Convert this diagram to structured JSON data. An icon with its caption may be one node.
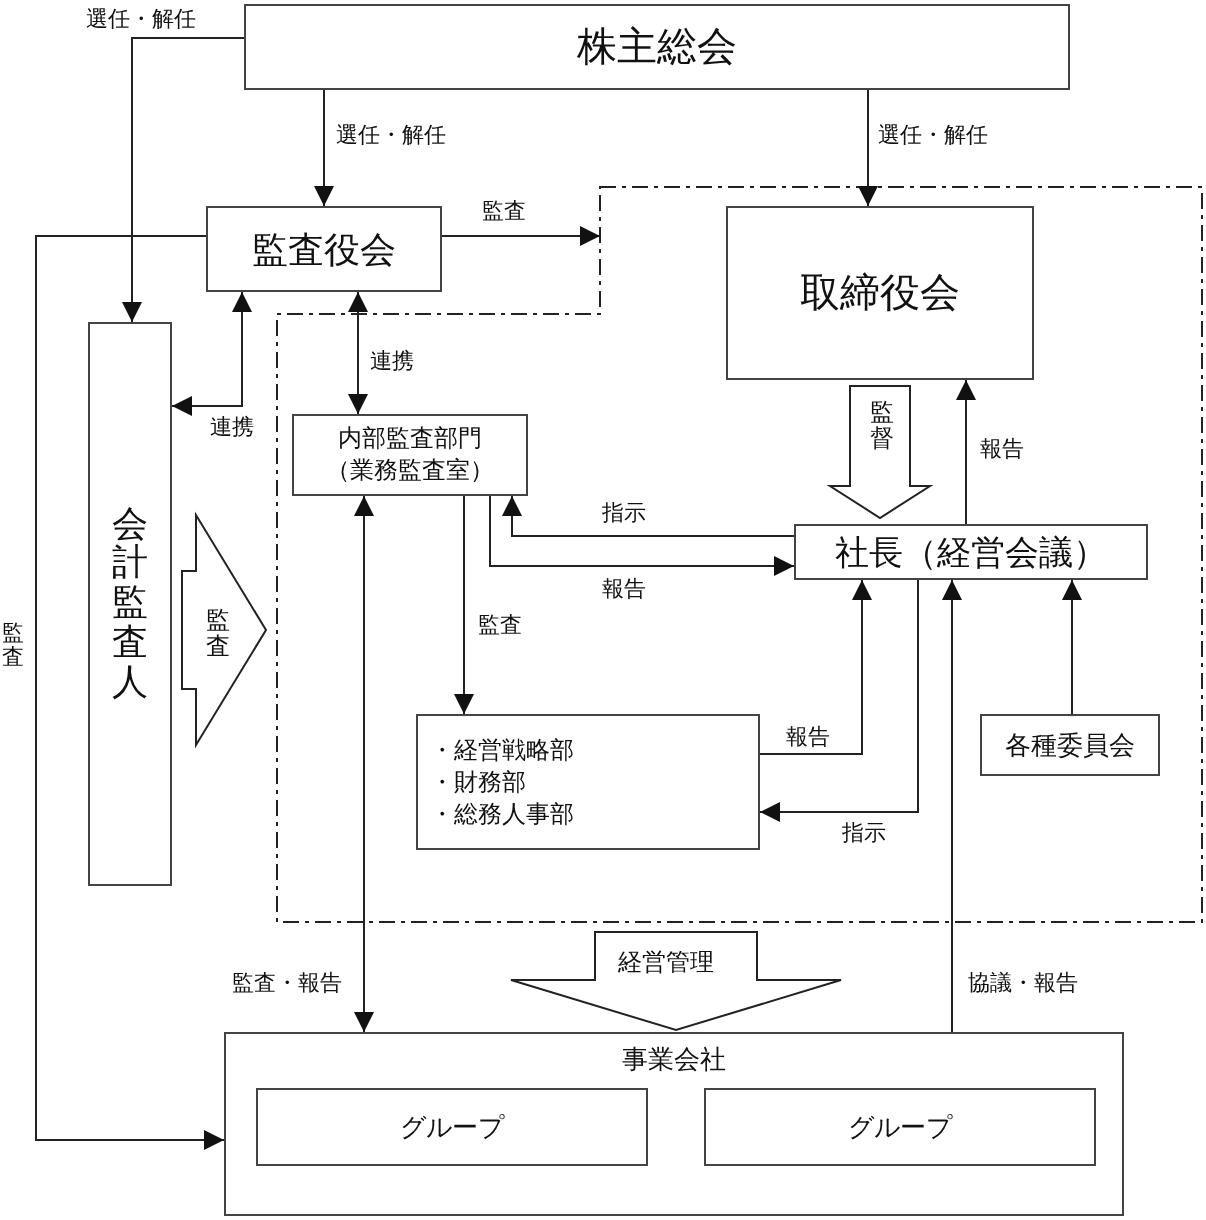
{
  "diagram": {
    "nodes": [
      {
        "text": [
          "株主総会"
        ]
      },
      {
        "text": [
          "監査役会"
        ]
      },
      {
        "text": [],
        "shape": "box"
      },
      {
        "text": [
          "取締役会"
        ],
        "in": 2
      },
      {
        "text": [
          "会計監査人"
        ]
      },
      {
        "text": [
          "内部監査部門（業務監査室）"
        ],
        "in": 2
      },
      {
        "text": [
          "社長（経営会議）"
        ],
        "in": 2
      },
      {
        "text": [
          "・経営戦略部",
          "・財務部",
          "・総務人事部"
        ],
        "in": 2
      },
      {
        "text": [
          "各種委員会"
        ],
        "in": 2
      },
      {
        "text": [
          "事業会社"
        ]
      },
      {
        "text": [
          "グループ"
        ],
        "in": 9
      },
      {
        "text": [
          "グループ"
        ],
        "in": 9
      }
    ],
    "edges": [
      {
        "from": 0,
        "to": 4,
        "arrow": "to",
        "label": "選任・解任"
      },
      {
        "from": 0,
        "to": 1,
        "arrow": "to",
        "label": "選任・解任"
      },
      {
        "from": 0,
        "to": 3,
        "arrow": "to",
        "label": "選任・解任"
      },
      {
        "from": 1,
        "to": 2,
        "arrow": "to",
        "label": "監査"
      },
      {
        "from": 1,
        "to": 4,
        "arrow": "both",
        "label": "連携"
      },
      {
        "from": 1,
        "to": 5,
        "arrow": "both",
        "label": "連携"
      },
      {
        "from": 1,
        "to": 9,
        "arrow": "to",
        "label": "監査"
      },
      {
        "from": 4,
        "to": 2,
        "arrow": "to",
        "label": "監査",
        "style": "thick"
      },
      {
        "from": 3,
        "to": 6,
        "arrow": "to",
        "label": "監督",
        "style": "thick"
      },
      {
        "from": 6,
        "to": 3,
        "arrow": "to",
        "label": "報告"
      },
      {
        "from": 6,
        "to": 5,
        "arrow": "to",
        "label": "指示"
      },
      {
        "from": 5,
        "to": 6,
        "arrow": "to",
        "label": "報告"
      },
      {
        "from": 5,
        "to": 7,
        "arrow": "to",
        "label": "監査"
      },
      {
        "from": 7,
        "to": 6,
        "arrow": "to",
        "label": "報告"
      },
      {
        "from": 6,
        "to": 7,
        "arrow": "to",
        "label": "指示"
      },
      {
        "from": 8,
        "to": 6,
        "arrow": "to"
      },
      {
        "from": 9,
        "to": 5,
        "arrow": "both",
        "label": "監査・報告"
      },
      {
        "from": 9,
        "to": 6,
        "arrow": "to",
        "label": "協議・報告"
      },
      {
        "from": 2,
        "to": 9,
        "arrow": "to",
        "label": "経営管理",
        "style": "thick"
      }
    ]
  }
}
